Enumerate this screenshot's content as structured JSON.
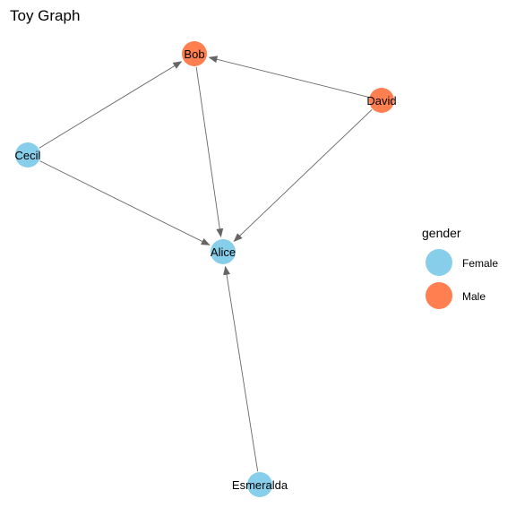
{
  "title": "Toy Graph",
  "colors": {
    "Female": "#87ceeb",
    "Male": "#ff7f50",
    "edge": "#666666"
  },
  "legend": {
    "title": "gender",
    "items": [
      {
        "label": "Female",
        "color_key": "Female"
      },
      {
        "label": "Male",
        "color_key": "Male"
      }
    ]
  },
  "graph": {
    "directed": true,
    "nodes": [
      {
        "id": "Bob",
        "label": "Bob",
        "gender": "Male"
      },
      {
        "id": "David",
        "label": "David",
        "gender": "Male"
      },
      {
        "id": "Cecil",
        "label": "Cecil",
        "gender": "Female"
      },
      {
        "id": "Alice",
        "label": "Alice",
        "gender": "Female"
      },
      {
        "id": "Esmeralda",
        "label": "Esmeralda",
        "gender": "Female"
      }
    ],
    "edges": [
      {
        "from": "Cecil",
        "to": "Bob"
      },
      {
        "from": "David",
        "to": "Bob"
      },
      {
        "from": "Bob",
        "to": "Alice"
      },
      {
        "from": "Cecil",
        "to": "Alice"
      },
      {
        "from": "David",
        "to": "Alice"
      },
      {
        "from": "Esmeralda",
        "to": "Alice"
      }
    ]
  }
}
